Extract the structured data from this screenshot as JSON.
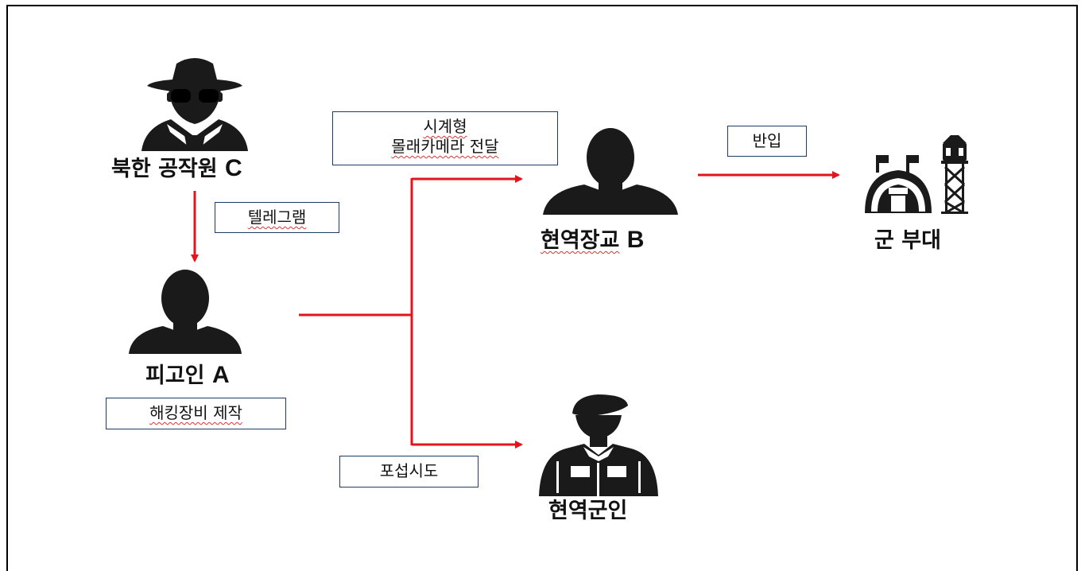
{
  "nodes": {
    "agent_c": {
      "name": "북한 공작원",
      "letter": "C"
    },
    "defendant_a": {
      "name": "피고인",
      "letter": "A"
    },
    "officer_b": {
      "name": "현역장교",
      "letter": "B"
    },
    "military_unit": {
      "name": "군 부대"
    },
    "soldier": {
      "name": "현역군인"
    }
  },
  "edge_labels": {
    "telegram": "텔레그램",
    "watch_camera_line1": "시계형",
    "watch_camera_line2": "몰래카메라 전달",
    "bring_in": "반입",
    "hacking_device": "해킹장비 제작",
    "recruit_attempt": "포섭시도"
  },
  "colors": {
    "arrow": "#e3141b",
    "box_border": "#1f3a63",
    "icon": "#1a1a1a"
  }
}
